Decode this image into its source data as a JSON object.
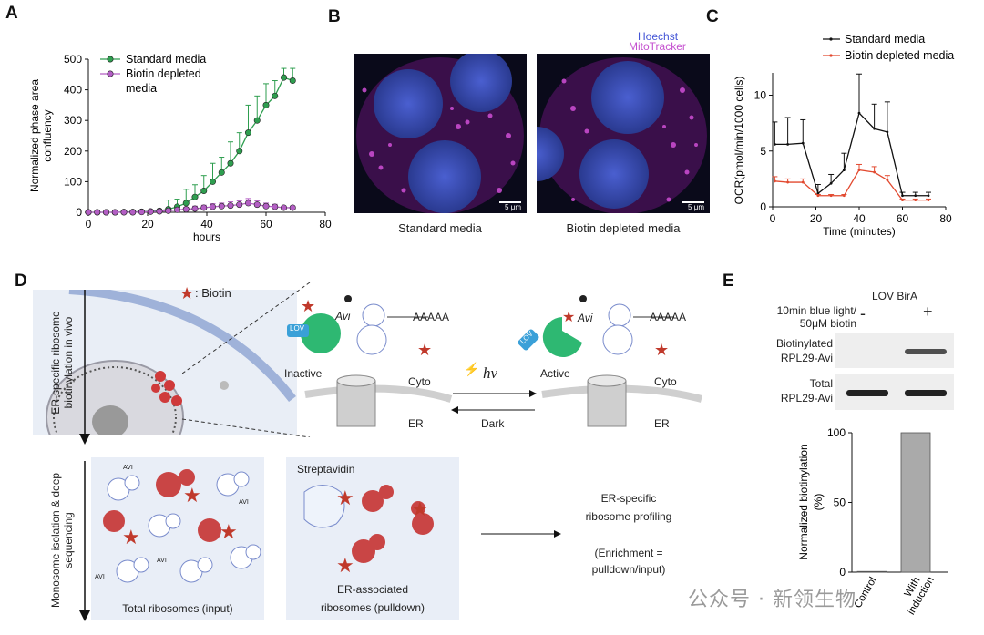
{
  "panel_labels": {
    "a": "A",
    "b": "B",
    "c": "C",
    "d": "D",
    "e": "E"
  },
  "colors": {
    "green": "#2e9e4f",
    "purple": "#b35ec4",
    "black": "#111111",
    "red": "#e2492f",
    "blue_nucleus": "#3a4fb0",
    "magenta": "#d04fd6",
    "bar_grey": "#aaaaaa"
  },
  "chart_data": [
    {
      "id": "A",
      "type": "line",
      "xlabel": "hours",
      "ylabel": "Normalized phase area confluency",
      "xlim": [
        0,
        80
      ],
      "ylim": [
        0,
        500
      ],
      "xticks": [
        0,
        20,
        40,
        60,
        80
      ],
      "yticks": [
        0,
        100,
        200,
        300,
        400,
        500
      ],
      "legend_position": "top-left",
      "series": [
        {
          "name": "Standard media",
          "color": "#2e9e4f",
          "x": [
            0,
            3,
            6,
            9,
            12,
            15,
            18,
            21,
            24,
            27,
            30,
            33,
            36,
            39,
            42,
            45,
            48,
            51,
            54,
            57,
            60,
            63,
            66,
            69
          ],
          "y": [
            0,
            0,
            0,
            0,
            1,
            1,
            2,
            3,
            5,
            10,
            18,
            30,
            50,
            70,
            100,
            130,
            160,
            200,
            260,
            300,
            350,
            380,
            440,
            430
          ],
          "err": [
            0,
            0,
            0,
            0,
            0,
            0,
            0,
            2,
            4,
            30,
            25,
            45,
            40,
            50,
            60,
            50,
            70,
            60,
            90,
            80,
            70,
            50,
            30,
            40
          ]
        },
        {
          "name": "Biotin depleted media",
          "color": "#b35ec4",
          "x": [
            0,
            3,
            6,
            9,
            12,
            15,
            18,
            21,
            24,
            27,
            30,
            33,
            36,
            39,
            42,
            45,
            48,
            51,
            54,
            57,
            60,
            63,
            66,
            69
          ],
          "y": [
            0,
            0,
            0,
            0,
            0,
            0,
            1,
            2,
            3,
            5,
            8,
            10,
            12,
            15,
            18,
            20,
            22,
            25,
            30,
            25,
            20,
            18,
            15,
            15
          ],
          "err": [
            0,
            0,
            0,
            0,
            0,
            0,
            0,
            1,
            2,
            3,
            5,
            6,
            8,
            8,
            10,
            10,
            12,
            12,
            15,
            12,
            10,
            8,
            5,
            5
          ]
        }
      ]
    },
    {
      "id": "C",
      "type": "line",
      "xlabel": "Time (minutes)",
      "ylabel": "OCR(pmol/min/1000 cells)",
      "xlim": [
        0,
        80
      ],
      "ylim": [
        0,
        12
      ],
      "xticks": [
        0,
        20,
        40,
        60,
        80
      ],
      "yticks": [
        0,
        5,
        10
      ],
      "legend_position": "top-right",
      "series": [
        {
          "name": "Standard media",
          "color": "#111111",
          "x": [
            1,
            7,
            14,
            21,
            27,
            33,
            40,
            47,
            53,
            60,
            66,
            72
          ],
          "y": [
            5.6,
            5.6,
            5.7,
            1.2,
            2.1,
            3.3,
            8.4,
            7.0,
            6.7,
            1.0,
            1.0,
            1.0
          ],
          "err": [
            2.0,
            2.4,
            2.1,
            0.8,
            0.8,
            1.5,
            3.5,
            2.2,
            2.7,
            0.3,
            0.3,
            0.3
          ]
        },
        {
          "name": "Biotin depleted media",
          "color": "#e2492f",
          "x": [
            1,
            7,
            14,
            21,
            27,
            33,
            40,
            47,
            53,
            60,
            66,
            72
          ],
          "y": [
            2.3,
            2.2,
            2.2,
            1.0,
            1.0,
            1.0,
            3.3,
            3.1,
            2.4,
            0.6,
            0.6,
            0.6
          ],
          "err": [
            0.4,
            0.3,
            0.3,
            0.1,
            0.1,
            0.1,
            0.5,
            0.5,
            0.4,
            0.1,
            0.1,
            0.1
          ]
        }
      ]
    },
    {
      "id": "E",
      "type": "bar",
      "categories": [
        "Control",
        "With induction"
      ],
      "values": [
        0.5,
        100
      ],
      "ylabel": "Normalized biotinylation (%)",
      "ylim": [
        0,
        100
      ],
      "yticks": [
        0,
        50,
        100
      ]
    }
  ],
  "panel_b": {
    "legend_hoechst": "Hoechst",
    "legend_mitotracker": "MitoTracker",
    "caption_left": "Standard media",
    "caption_right": "Biotin depleted media",
    "scale_left": "5 μm",
    "scale_right": "5 μm"
  },
  "panel_d": {
    "biotin_legend": ": Biotin",
    "arrow_top_label": "ER-specific ribosome biotinylation in vivo",
    "arrow_bottom_label": "Monosome isolation & deep sequencing",
    "lov": "LOV",
    "avi": "Avi",
    "polyA": "AAAAA",
    "inactive": "Inactive",
    "active": "Active",
    "cyto": "Cyto",
    "er": "ER",
    "hv": "hν",
    "dark": "Dark",
    "streptavidin": "Streptavidin",
    "total_label": "Total ribosomes (input)",
    "pulldown_label1": "ER-associated",
    "pulldown_label2": "ribosomes (pulldown)",
    "profiling_line1": "ER-specific",
    "profiling_line2": "ribosome profiling",
    "profiling_line3": "(Enrichment =",
    "profiling_line4": "pulldown/input)",
    "avi_tag": "AVI"
  },
  "panel_e": {
    "title": "LOV BirA",
    "cond_line1": "10min blue light/",
    "cond_line2": "50μM biotin",
    "minus": "-",
    "plus": "+",
    "blot1_line1": "Biotinylated",
    "blot1_line2": "RPL29-Avi",
    "blot2_line1": "Total",
    "blot2_line2": "RPL29-Avi"
  },
  "watermark": "公众号 · 新领生物"
}
